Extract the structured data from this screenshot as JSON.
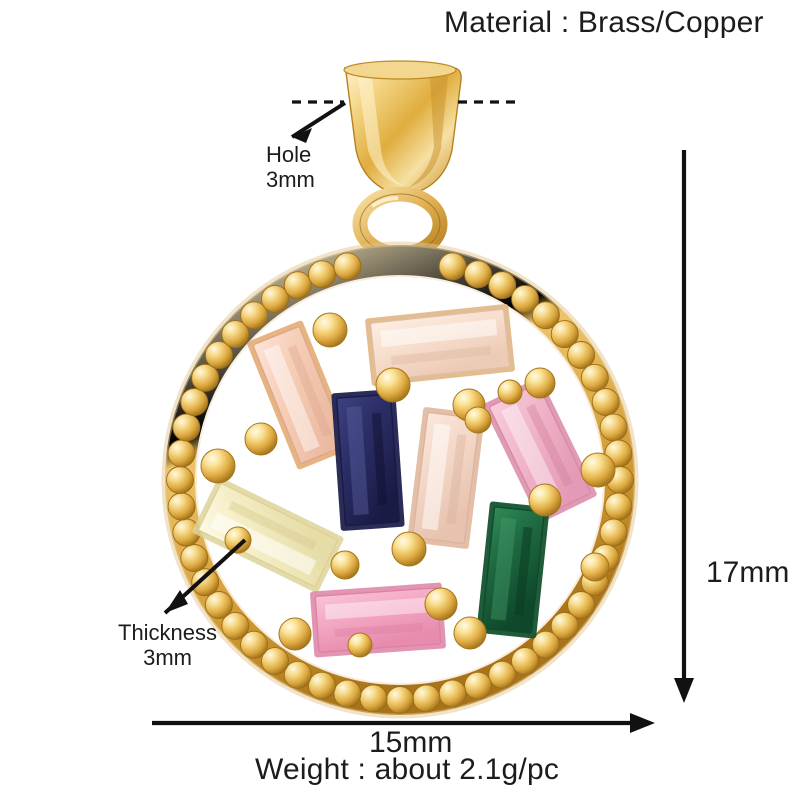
{
  "product": {
    "type": "gemstone-circle-pendant",
    "material_label": "Material : Brass/Copper",
    "weight_label": "Weight : about 2.1g/pc"
  },
  "annotations": {
    "hole": {
      "label": "Hole",
      "value": "3mm"
    },
    "thickness": {
      "label": "Thickness",
      "value": "3mm"
    },
    "width": {
      "value": "15mm"
    },
    "height": {
      "value": "17mm"
    }
  },
  "colors": {
    "background": "#ffffff",
    "text": "#1c1c1c",
    "arrow": "#111111",
    "gold_light": "#ffeaa8",
    "gold_mid": "#e8b64a",
    "gold_deep": "#b6801f",
    "gold_shadow": "#8c5f14",
    "gold_highlight": "#fff6d8"
  },
  "gemstones": [
    {
      "name": "peach-baguette-upper-left",
      "color": "#f6cfbb",
      "edge": "#e0a98f"
    },
    {
      "name": "champagne-baguette-top",
      "color": "#f7ddcc",
      "edge": "#e3bda6"
    },
    {
      "name": "pink-baguette-right",
      "color": "#f0b3c8",
      "edge": "#d88ba6"
    },
    {
      "name": "navy-baguette-center",
      "color": "#2c2f68",
      "edge": "#1b1d47"
    },
    {
      "name": "blush-baguette-center-right",
      "color": "#f3d6c6",
      "edge": "#ddb49f"
    },
    {
      "name": "citrine-baguette-left",
      "color": "#f4edc4",
      "edge": "#ddd199"
    },
    {
      "name": "green-baguette-lower-right",
      "color": "#1f6b42",
      "edge": "#0f4a2c"
    },
    {
      "name": "pink-baguette-bottom",
      "color": "#f4a8c4",
      "edge": "#dd82a4"
    }
  ]
}
